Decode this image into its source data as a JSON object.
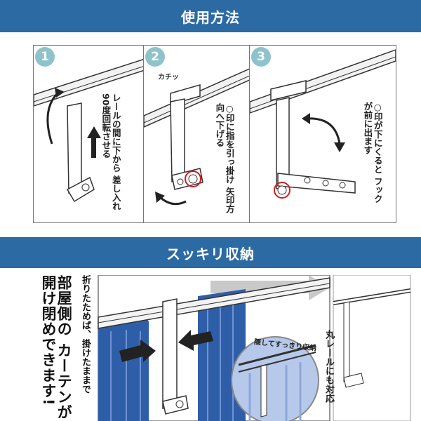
{
  "sections": {
    "usage_title": "使用方法",
    "storage_title": "スッキリ収納"
  },
  "steps": [
    {
      "number": "1",
      "line1": "レールの間に下から",
      "line2": "差し入れ90度回転させる"
    },
    {
      "number": "2",
      "sound": "カチッ",
      "line1": "○印に指を引っ掛け",
      "line2": "矢印方向へ下げる"
    },
    {
      "number": "3",
      "line1": "○印が下にくると",
      "line2": "フックが前に出ます"
    }
  ],
  "storage": {
    "sub_note": "折りたためば、掛けたままで",
    "headline_1": "部屋側の",
    "headline_2": "カーテンが",
    "headline_3": "開け閉めできます!",
    "lens_label": "隠してすっきり収納",
    "round_rail_note": "丸レールにも対応"
  },
  "colors": {
    "band": "#2c6aa3",
    "step_circle": "#8fc3cc",
    "curtain": "#2f5ea8",
    "highlight": "#d61b1b"
  }
}
